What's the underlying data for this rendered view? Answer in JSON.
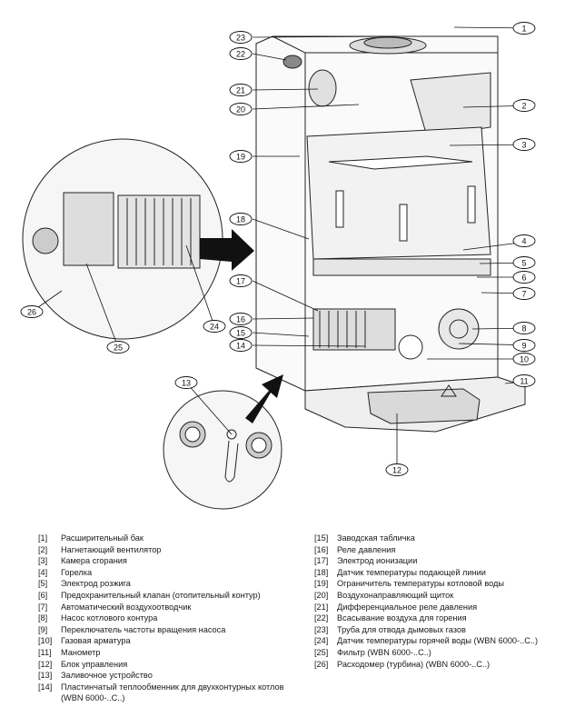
{
  "callouts": [
    "1",
    "2",
    "3",
    "4",
    "5",
    "6",
    "7",
    "8",
    "9",
    "10",
    "11",
    "12",
    "13",
    "14",
    "15",
    "16",
    "17",
    "18",
    "19",
    "20",
    "21",
    "22",
    "23",
    "24",
    "25",
    "26"
  ],
  "legend_left": [
    {
      "num": "[1]",
      "text": "Расширительный бак"
    },
    {
      "num": "[2]",
      "text": "Нагнетающий вентилятор"
    },
    {
      "num": "[3]",
      "text": "Камера сгорания"
    },
    {
      "num": "[4]",
      "text": "Горелка"
    },
    {
      "num": "[5]",
      "text": "Электрод розжига"
    },
    {
      "num": "[6]",
      "text": "Предохранительный клапан (отопительный контур)"
    },
    {
      "num": "[7]",
      "text": "Автоматический воздухоотводчик"
    },
    {
      "num": "[8]",
      "text": "Насос котлового контура"
    },
    {
      "num": "[9]",
      "text": "Переключатель частоты вращения насоса"
    },
    {
      "num": "[10]",
      "text": "Газовая арматура"
    },
    {
      "num": "[11]",
      "text": "Манометр"
    },
    {
      "num": "[12]",
      "text": "Блок управления"
    },
    {
      "num": "[13]",
      "text": "Заливочное устройство"
    },
    {
      "num": "[14]",
      "text": "Пластинчатый теплообменник для двухконтурных котлов",
      "text2": "(WBN 6000-..C..)"
    }
  ],
  "legend_right": [
    {
      "num": "[15]",
      "text": "Заводская табличка"
    },
    {
      "num": "[16]",
      "text": "Реле давления"
    },
    {
      "num": "[17]",
      "text": "Электрод ионизации"
    },
    {
      "num": "[18]",
      "text": "Датчик температуры подающей линии"
    },
    {
      "num": "[19]",
      "text": "Ограничитель температуры котловой воды"
    },
    {
      "num": "[20]",
      "text": "Воздухонаправляющий щиток"
    },
    {
      "num": "[21]",
      "text": "Дифференциальное реле давления"
    },
    {
      "num": "[22]",
      "text": "Всасывание воздуха для горения"
    },
    {
      "num": "[23]",
      "text": "Труба для отвода дымовых газов"
    },
    {
      "num": "[24]",
      "text": "Датчик температуры горячей воды (WBN 6000-..C..)"
    },
    {
      "num": "[25]",
      "text": "Фильтр (WBN 6000-..C..)"
    },
    {
      "num": "[26]",
      "text": "Расходомер (турбина) (WBN 6000-..C..)"
    }
  ]
}
